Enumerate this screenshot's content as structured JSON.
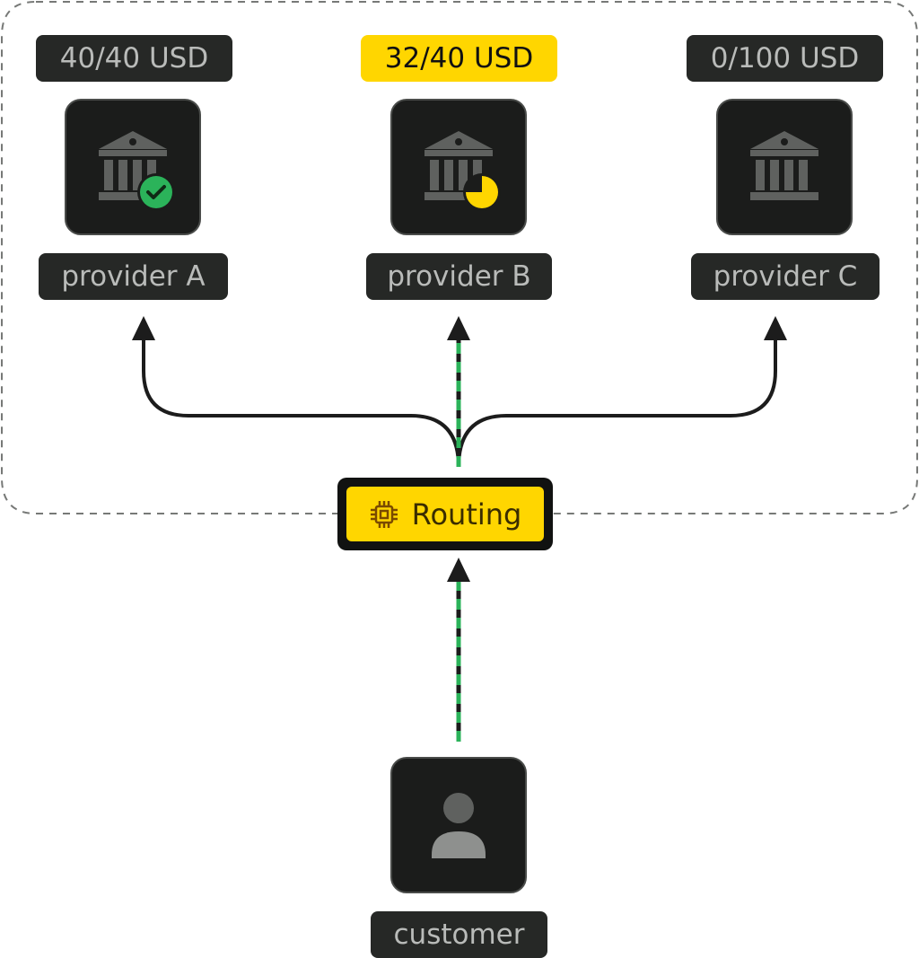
{
  "providers": [
    {
      "name": "provider A",
      "amount": "40/40 USD",
      "status": "complete"
    },
    {
      "name": "provider B",
      "amount": "32/40 USD",
      "status": "partial"
    },
    {
      "name": "provider C",
      "amount": "0/100 USD",
      "status": "idle"
    }
  ],
  "routing": {
    "label": "Routing",
    "icon": "chip-icon"
  },
  "customer": {
    "label": "customer",
    "icon": "person-icon"
  },
  "colors": {
    "accent": "#ffd600",
    "success": "#2bb35a",
    "tile": "#1b1c1b",
    "pill": "#262826",
    "pill_text": "#b9bbb9",
    "icon_gray": "#5f615f",
    "path_green": "#2bb35a"
  }
}
